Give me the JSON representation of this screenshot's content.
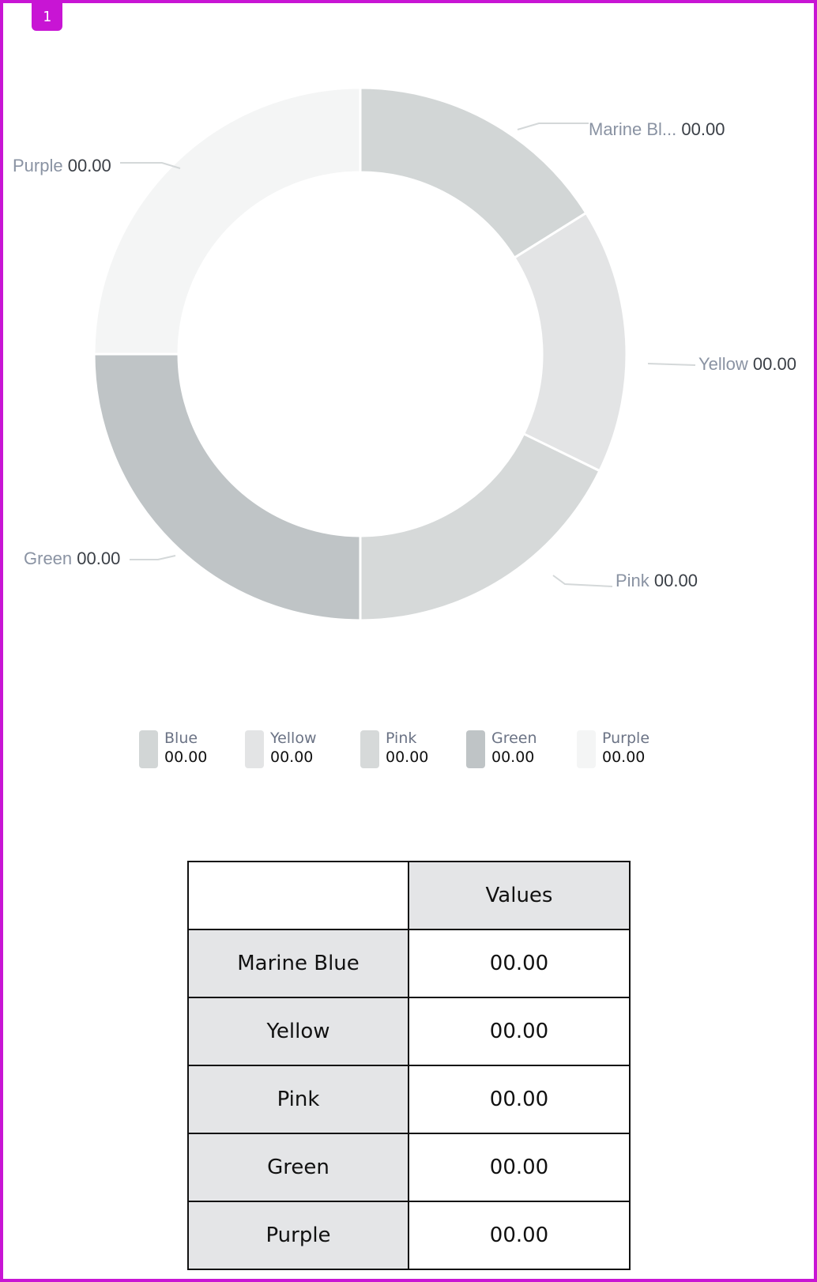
{
  "badge": {
    "label": "1"
  },
  "chart_data": {
    "type": "pie",
    "variant": "donut",
    "title": "",
    "segments": [
      {
        "name": "Marine Blue",
        "callout_label": "Marine Bl...",
        "legend_label": "Blue",
        "value_label": "00.00",
        "start_deg": 0,
        "end_deg": 58,
        "color": "#d2d6d6"
      },
      {
        "name": "Yellow",
        "callout_label": "Yellow",
        "legend_label": "Yellow",
        "value_label": "00.00",
        "start_deg": 58,
        "end_deg": 116,
        "color": "#e3e4e5"
      },
      {
        "name": "Pink",
        "callout_label": "Pink",
        "legend_label": "Pink",
        "value_label": "00.00",
        "start_deg": 116,
        "end_deg": 180,
        "color": "#d6d9d9"
      },
      {
        "name": "Green",
        "callout_label": "Green",
        "legend_label": "Green",
        "value_label": "00.00",
        "start_deg": 180,
        "end_deg": 270,
        "color": "#bfc4c6"
      },
      {
        "name": "Purple",
        "callout_label": "Purple",
        "legend_label": "Purple",
        "value_label": "00.00",
        "start_deg": 270,
        "end_deg": 360,
        "color": "#f4f5f5"
      }
    ],
    "legend_position": "bottom"
  },
  "callouts": [
    {
      "label": "Marine Bl...",
      "value": "00.00"
    },
    {
      "label": "Yellow",
      "value": "00.00"
    },
    {
      "label": "Pink",
      "value": "00.00"
    },
    {
      "label": "Green",
      "value": "00.00"
    },
    {
      "label": "Purple",
      "value": "00.00"
    }
  ],
  "legend": [
    {
      "label": "Blue",
      "value": "00.00",
      "color": "#d2d6d6"
    },
    {
      "label": "Yellow",
      "value": "00.00",
      "color": "#e3e4e5"
    },
    {
      "label": "Pink",
      "value": "00.00",
      "color": "#d6d9d9"
    },
    {
      "label": "Green",
      "value": "00.00",
      "color": "#bfc4c6"
    },
    {
      "label": "Purple",
      "value": "00.00",
      "color": "#f4f5f5"
    }
  ],
  "table": {
    "header": [
      "",
      "Values"
    ],
    "rows": [
      {
        "label": "Marine Blue",
        "value": "00.00"
      },
      {
        "label": "Yellow",
        "value": "00.00"
      },
      {
        "label": "Pink",
        "value": "00.00"
      },
      {
        "label": "Green",
        "value": "00.00"
      },
      {
        "label": "Purple",
        "value": "00.00"
      }
    ]
  },
  "colors": {
    "frame": "#c815d4",
    "leader": "#d4d8d9"
  }
}
